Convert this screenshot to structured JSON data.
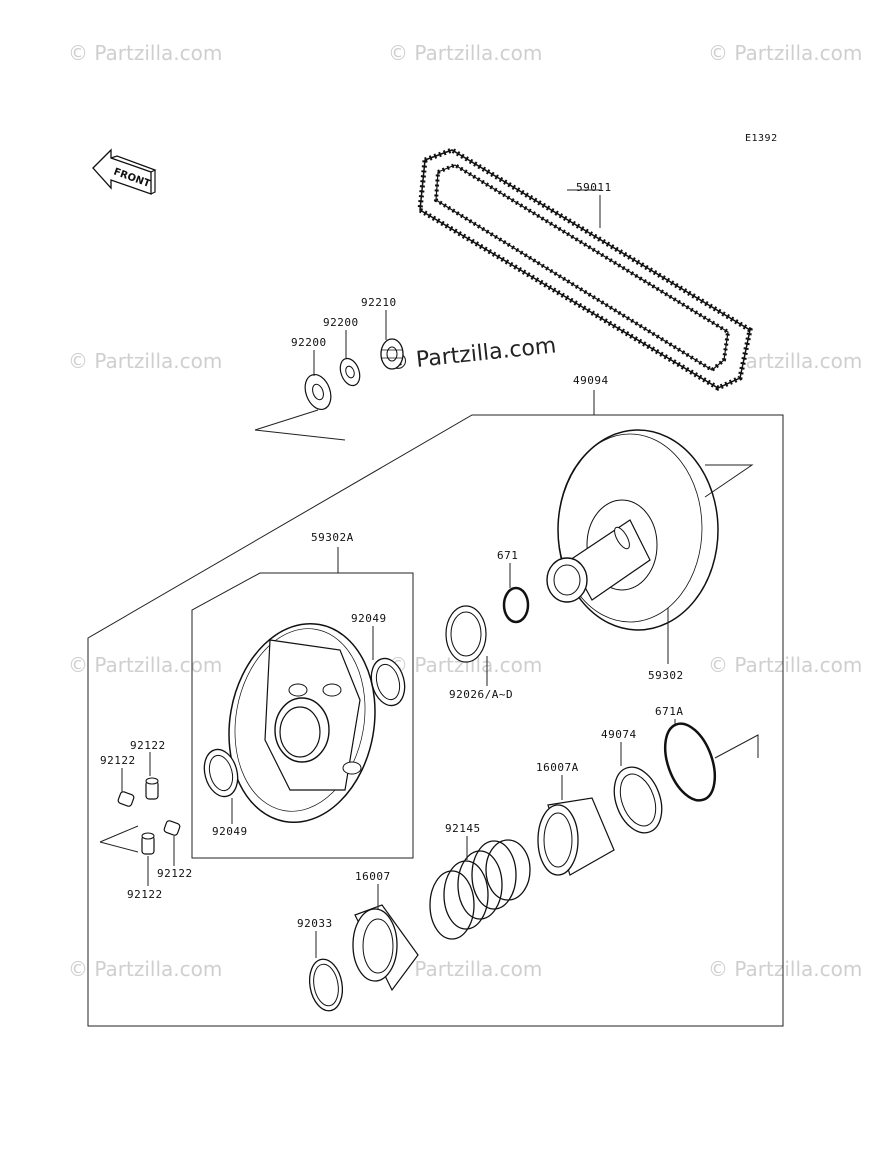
{
  "diagram_code": "E1392",
  "front_label": "FRONT",
  "watermark_text": "© Partzilla.com",
  "center_watermark": "© Partzilla.com",
  "labels": {
    "p59011": "59011",
    "p92210": "92210",
    "p92200a": "92200",
    "p92200b": "92200",
    "p49094": "49094",
    "p59302A": "59302A",
    "p671": "671",
    "p92049a": "92049",
    "p92049b": "92049",
    "p92026": "92026/A~D",
    "p59302": "59302",
    "p671A": "671A",
    "p49074": "49074",
    "p16007A": "16007A",
    "p92122a": "92122",
    "p92122b": "92122",
    "p92122c": "92122",
    "p92122d": "92122",
    "p92145": "92145",
    "p16007": "16007",
    "p92033": "92033"
  },
  "colors": {
    "line": "#111111",
    "watermark": "#cfcfcf",
    "background": "#ffffff"
  }
}
